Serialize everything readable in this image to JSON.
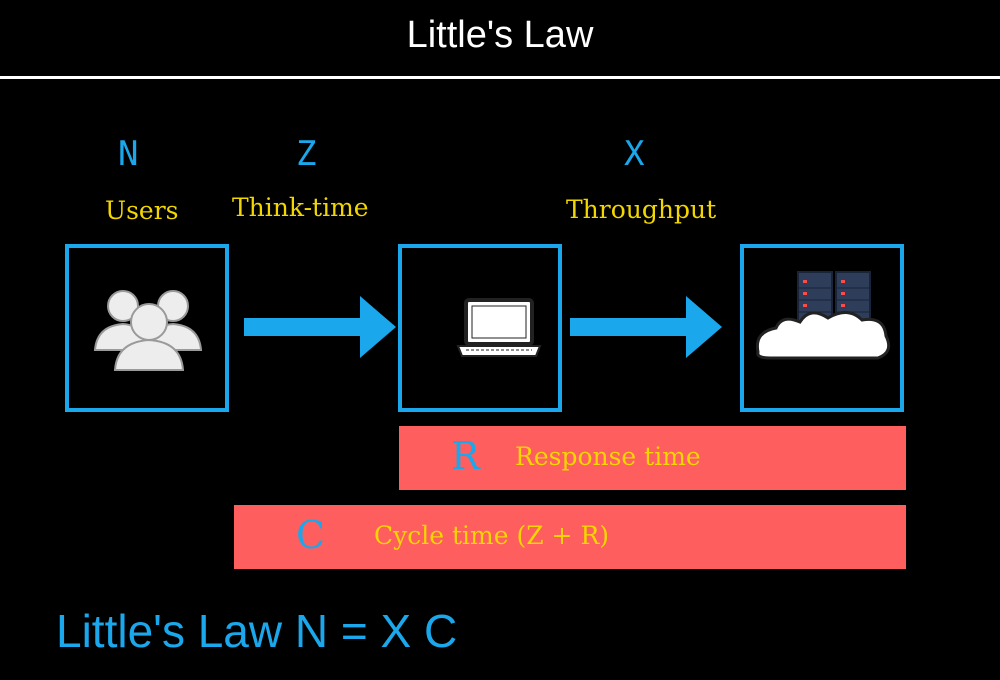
{
  "title": "Little's Law",
  "symbols": {
    "n": "N",
    "z": "Z",
    "x": "X"
  },
  "labels": {
    "users": "Users",
    "think_time": "Think-time",
    "throughput": "Throughput"
  },
  "response_bar": {
    "symbol": "R",
    "label": "Response time"
  },
  "cycle_bar": {
    "symbol": "C",
    "label": "Cycle time (Z + R)"
  },
  "formula": "Little's Law N = X C",
  "icons": {
    "users": "users-icon",
    "client": "laptop-icon",
    "server": "cloud-server-icon",
    "arrow": "arrow-right-icon"
  },
  "colors": {
    "accent": "#1aa7ec",
    "label": "#f2d600",
    "bar": "#ff5e5e",
    "background": "#000000",
    "title": "#ffffff"
  }
}
